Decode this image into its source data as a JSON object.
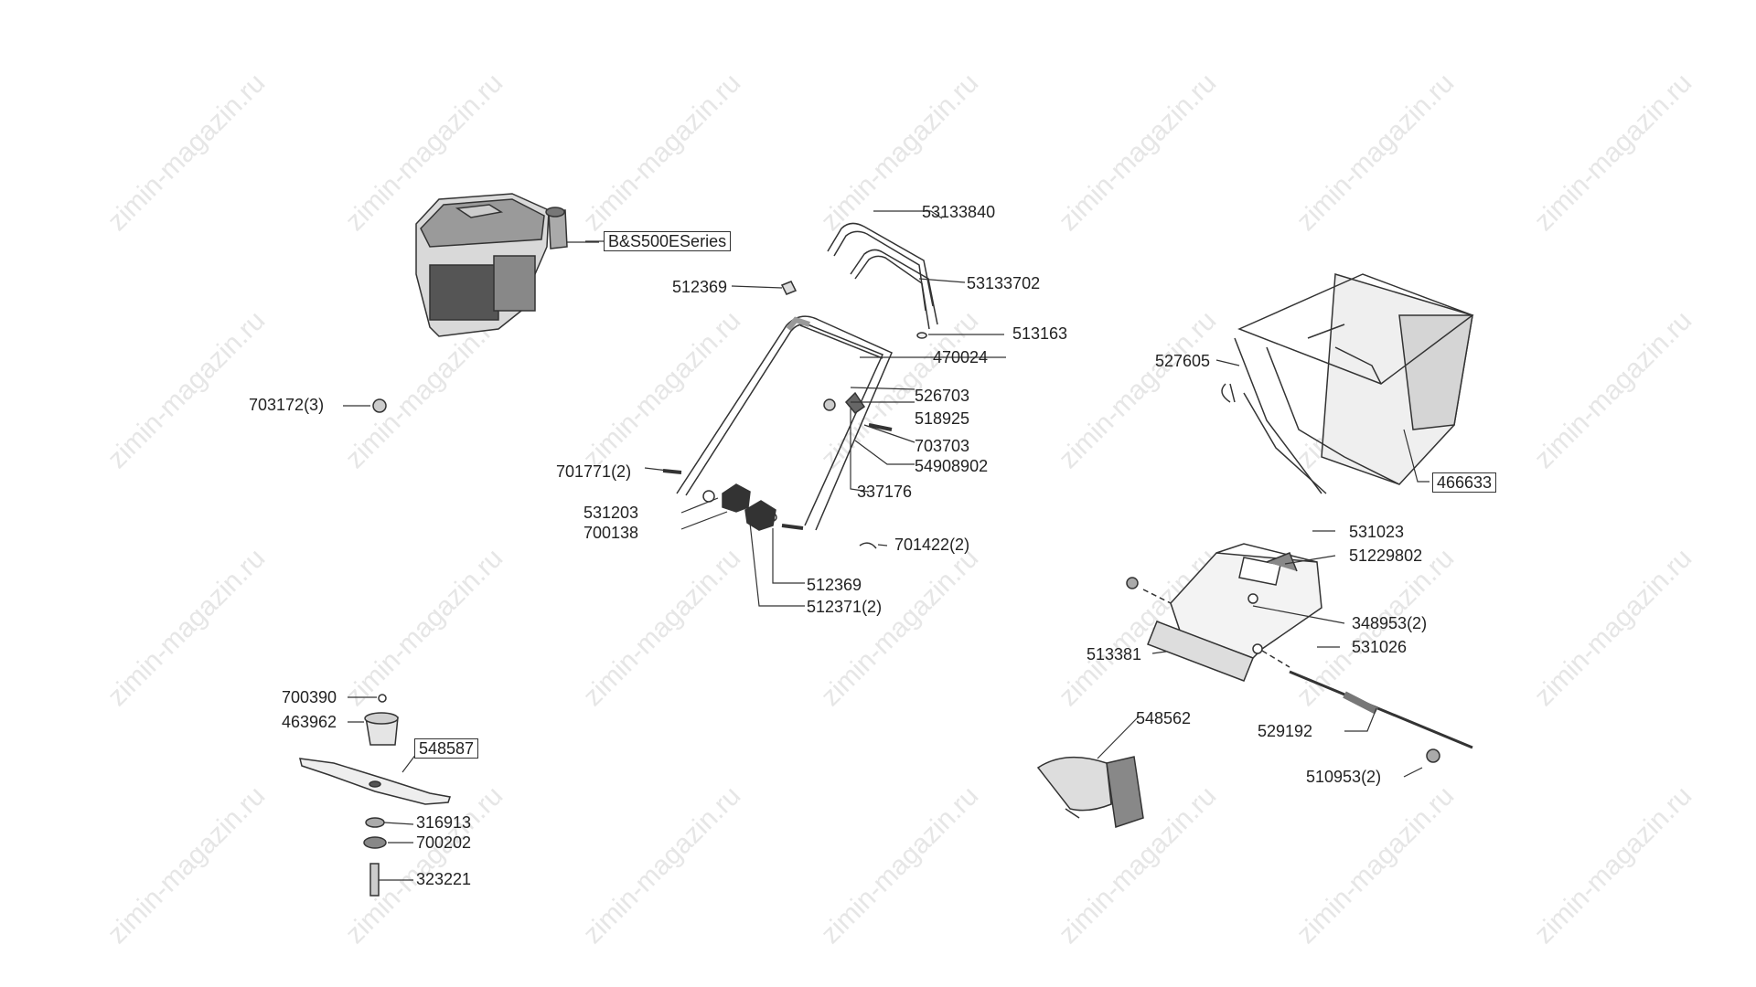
{
  "watermark": "zimin-magazin.ru",
  "colors": {
    "line": "#333333",
    "part_fill": "#f4f4f4",
    "part_dark": "#6d6d6d",
    "watermark": "#e6e6e6"
  },
  "labels": {
    "engine": "B&S500ESeries",
    "p53133840": "53133840",
    "p53133702": "53133702",
    "p512369a": "512369",
    "p513163": "513163",
    "p470024": "470024",
    "p703172": "703172(3)",
    "p526703": "526703",
    "p518925": "518925",
    "p703703": "703703",
    "p54908902": "54908902",
    "p701771": "701771(2)",
    "p337176": "337176",
    "p531203": "531203",
    "p700138": "700138",
    "p701422": "701422(2)",
    "p512369b": "512369",
    "p512371": "512371(2)",
    "p527605": "527605",
    "p466633": "466633",
    "p531023": "531023",
    "p51229802": "51229802",
    "p348953": "348953(2)",
    "p513381": "513381",
    "p531026": "531026",
    "p548562": "548562",
    "p529192": "529192",
    "p510953": "510953(2)",
    "p700390": "700390",
    "p463962": "463962",
    "p548587": "548587",
    "p316913": "316913",
    "p700202": "700202",
    "p323221": "323221"
  }
}
